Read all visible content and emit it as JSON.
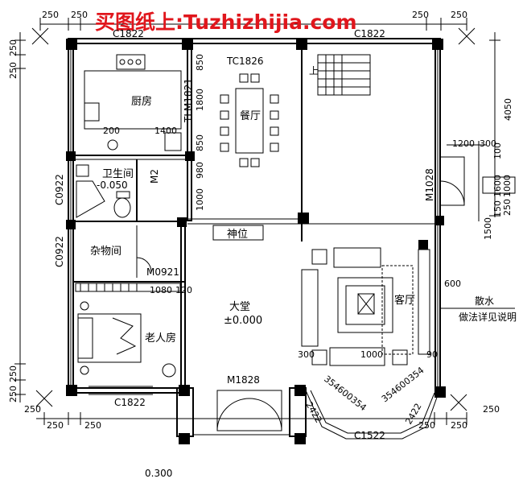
{
  "watermark": "买图纸上:Tuzhizhijia.com",
  "rooms": {
    "kitchen": "厨房",
    "dining": "餐厅",
    "bathroom": "卫生间",
    "bathroom_level": "-0.050",
    "storage": "杂物间",
    "elder_bedroom": "老人房",
    "hall": "大堂",
    "hall_level": "±0.000",
    "living": "客厅",
    "shrine": "神位"
  },
  "openings": {
    "c1822_top": "C1822",
    "c1822_top_right": "C1822",
    "tc1826": "TC1826",
    "tlm1821": "TLM1821",
    "m2": "M2",
    "c0922_upper": "C0922",
    "c0922_lower": "C0922",
    "m0921": "M0921",
    "m1028": "M1028",
    "m1828": "M1828",
    "c1822_bottom": "C1822",
    "c1522": "C1522"
  },
  "dimensions": {
    "top_left_250": "250",
    "top_left_250b": "250",
    "top_right_250": "250",
    "top_right_250b": "250",
    "left_250_top": "250",
    "left_250_bottom": "250",
    "right_4050": "4050",
    "bottom_left_250a": "250",
    "bottom_left_250b": "250",
    "bottom_left_250c": "250",
    "bottom_right_250a": "250",
    "bottom_right_250b": "250",
    "bottom_right_250c": "250",
    "d850_top": "850",
    "d1800": "1800",
    "d850_mid": "850",
    "d980": "980",
    "d1000": "1000",
    "d200": "200",
    "d1400": "1400",
    "d1200": "1200",
    "d300": "300",
    "d100": "100",
    "d1600": "1600",
    "d1000r": "1000",
    "d150": "150",
    "d250r": "250",
    "d1500": "1500",
    "d600": "600",
    "d1080": "1080",
    "d120": "120",
    "d300b": "300",
    "d1000b": "1000",
    "d90": "90",
    "d0300": "0.300",
    "bay1": "354600354",
    "bay2": "354600354",
    "d1500bay": "150",
    "d600bay": "600",
    "d2422": "2422",
    "d2422b": "2422"
  },
  "notes": {
    "drain": "散水",
    "drain_detail": "做法详见说明"
  },
  "floor_label": "上"
}
